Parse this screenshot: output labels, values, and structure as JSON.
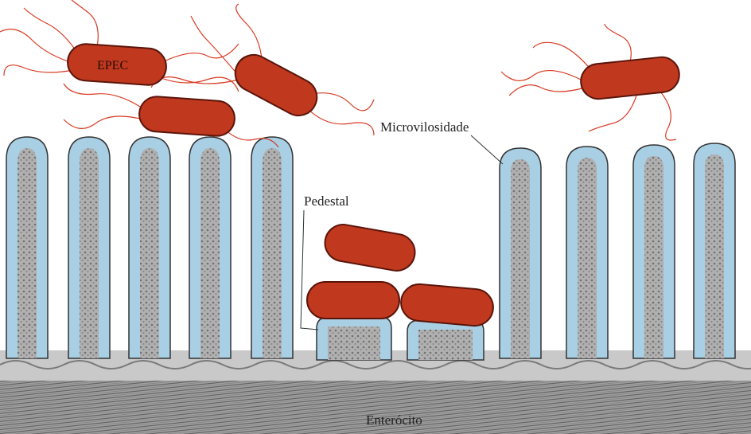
{
  "labels": {
    "epec": "EPEC",
    "microvilli": "Microvilosidade",
    "pedestal": "Pedestal",
    "enterocyte": "Enterócito"
  },
  "colors": {
    "bacterium": "#c0391f",
    "bacterium_edge": "#5a140a",
    "flagella": "#d83a22",
    "membrane": "#a9cfe4",
    "cytoplasm": "#a6a6a6",
    "base_tissue": "#8f8f8f"
  },
  "icons": {
    "bacterium": "rod-shaped bacterium",
    "microvillus": "finger-shaped projection"
  }
}
